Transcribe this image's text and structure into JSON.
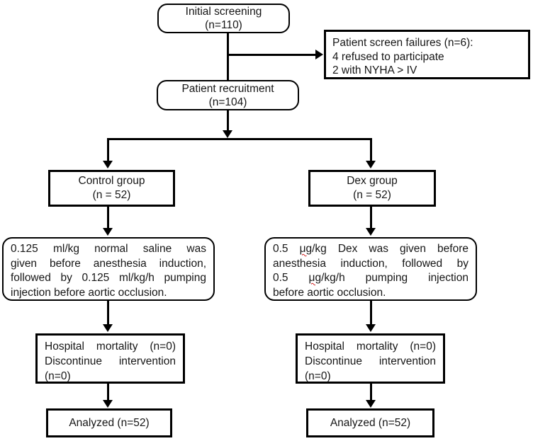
{
  "diagram": {
    "title": "CONSORT patient flow diagram",
    "colors": {
      "line": "#000000",
      "background": "#ffffff",
      "spellcheck_underline": "#d02020"
    },
    "highlight_token": "μg",
    "boxes": {
      "initial_screening": {
        "lines": [
          "Initial screening",
          "(n=110)"
        ]
      },
      "screen_failures": {
        "lines": [
          "Patient screen failures (n=6):",
          "4 refused to participate",
          "2 with NYHA > IV"
        ]
      },
      "patient_recruitment": {
        "lines": [
          "Patient recruitment",
          "(n=104)"
        ]
      },
      "control_group": {
        "lines": [
          "Control group",
          "(n = 52)"
        ]
      },
      "dex_group": {
        "lines": [
          "Dex group",
          "(n = 52)"
        ]
      },
      "control_intervention": {
        "lines": [
          "0.125 ml/kg normal saline was",
          "given before anesthesia induction,",
          "followed by 0.125 ml/kg/h pumping",
          "injection before aortic occlusion."
        ]
      },
      "dex_intervention": {
        "lines": [
          "0.5 μg/kg Dex was given before",
          "anesthesia induction, followed by",
          "0.5 μg/kg/h pumping injection",
          "before aortic occlusion."
        ]
      },
      "control_outcome": {
        "lines": [
          "Hospital mortality (n=0)",
          "Discontinue intervention",
          "(n=0)"
        ]
      },
      "dex_outcome": {
        "lines": [
          "Hospital mortality (n=0)",
          "Discontinue intervention",
          "(n=0)"
        ]
      },
      "control_analyzed": {
        "lines": [
          "Analyzed (n=52)"
        ]
      },
      "dex_analyzed": {
        "lines": [
          "Analyzed (n=52)"
        ]
      }
    }
  }
}
